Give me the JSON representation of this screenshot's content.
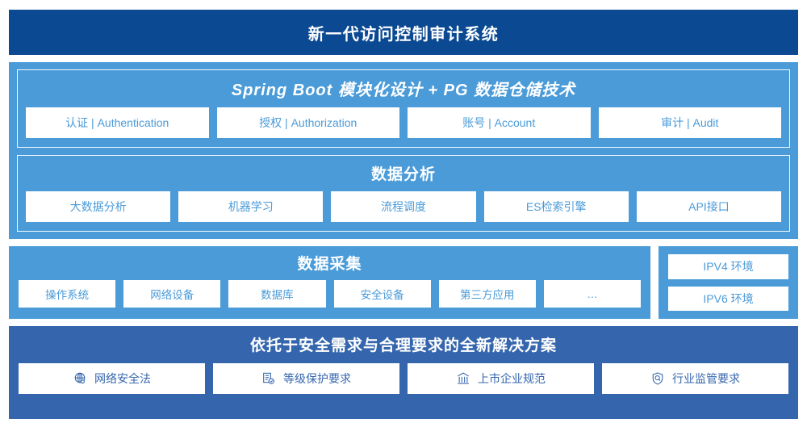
{
  "header": {
    "title": "新一代访问控制审计系统"
  },
  "colors": {
    "header_bg": "#0b4a92",
    "panel_blue": "#4a9bd8",
    "solution_blue": "#3566ad",
    "card_bg": "#ffffff",
    "card_text": "#4a9bd8",
    "solution_card_text": "#3566ad"
  },
  "architecture": {
    "spring": {
      "heading": "Spring Boot 模块化设计 + PG 数据仓储技术",
      "cards": [
        "认证 | Authentication",
        "授权 | Authorization",
        "账号 | Account",
        "审计 | Audit"
      ]
    },
    "analysis": {
      "heading": "数据分析",
      "cards": [
        "大数据分析",
        "机器学习",
        "流程调度",
        "ES检索引擎",
        "API接口"
      ]
    }
  },
  "collection": {
    "heading": "数据采集",
    "cards": [
      "操作系统",
      "网络设备",
      "数据库",
      "安全设备",
      "第三方应用",
      "…"
    ]
  },
  "ip_environment": {
    "cards": [
      "IPV4 环境",
      "IPV6 环境"
    ]
  },
  "solution": {
    "heading": "依托于安全需求与合理要求的全新解决方案",
    "cards": [
      {
        "icon": "globe-network-icon",
        "label": "网络安全法"
      },
      {
        "icon": "document-check-icon",
        "label": "等级保护要求"
      },
      {
        "icon": "bank-building-icon",
        "label": "上市企业规范"
      },
      {
        "icon": "shield-search-icon",
        "label": "行业监管要求"
      }
    ]
  }
}
